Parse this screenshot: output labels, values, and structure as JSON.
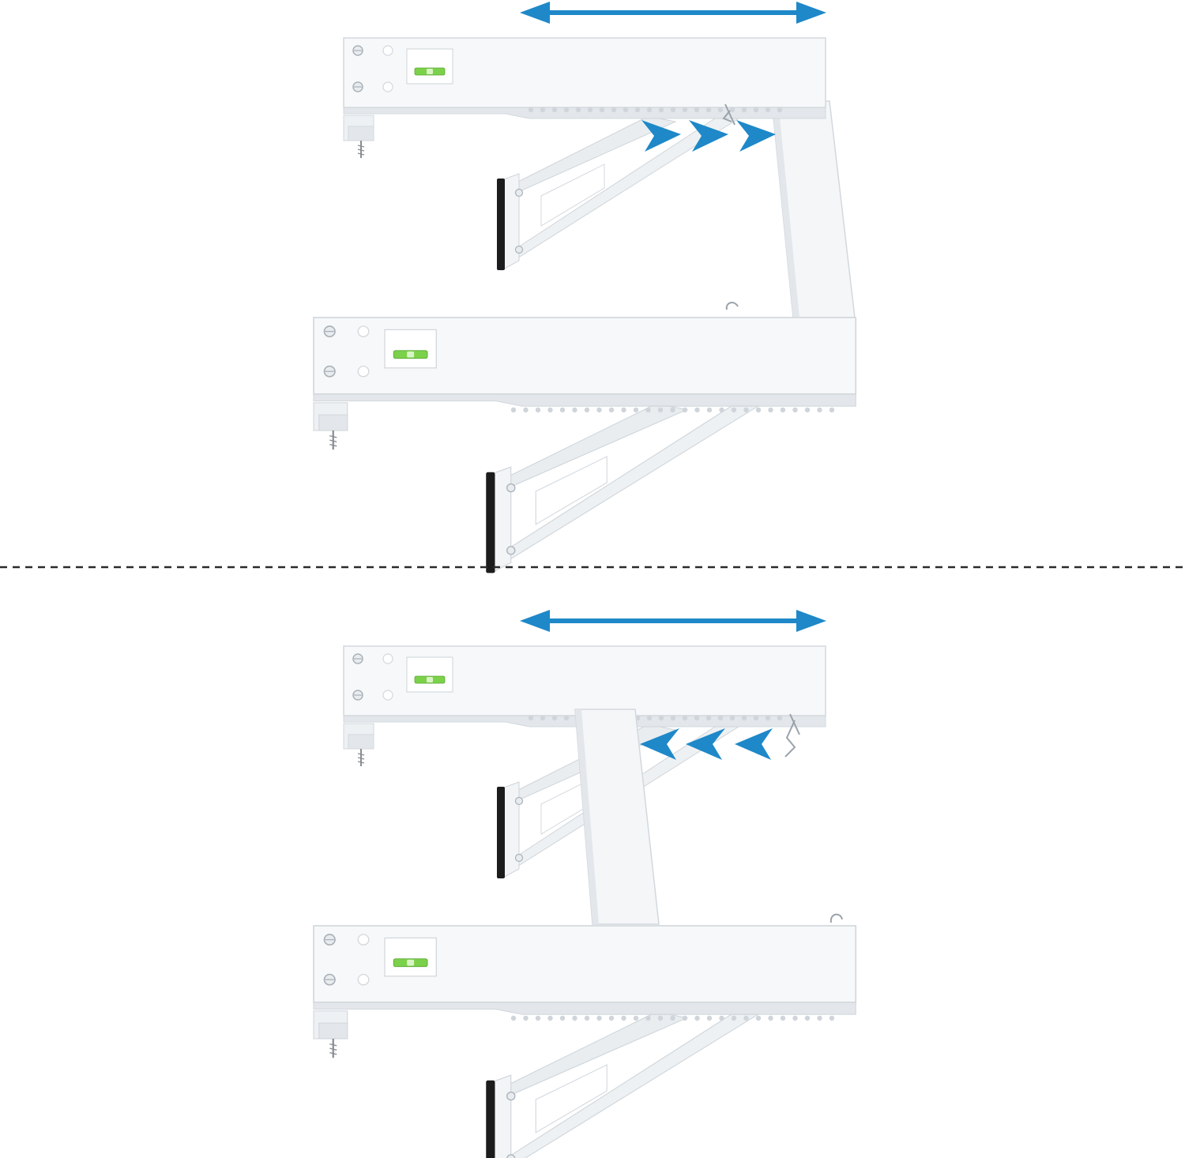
{
  "colors": {
    "background": "#ffffff",
    "accent": "#1e88c8",
    "metal": "#f7f8f9",
    "metal_edge": "#d3d8dd",
    "metal_shade": "#e3e7eb",
    "hole": "#cfd5da",
    "level_vial": "#7cd14a",
    "rubber_pad": "#1c1c1c",
    "divider": "#2a2a2a",
    "screw": "#aab2ba"
  },
  "icons": {
    "extend": "double-arrow-icon",
    "expand_direction": "chevron-right-icon",
    "collapse_direction": "chevron-left-icon",
    "level": "bubble-level-icon",
    "fastener": "screw-icon"
  },
  "panels": [
    {
      "name": "expanded",
      "direction": "expand"
    },
    {
      "name": "collapsed",
      "direction": "collapse"
    }
  ]
}
